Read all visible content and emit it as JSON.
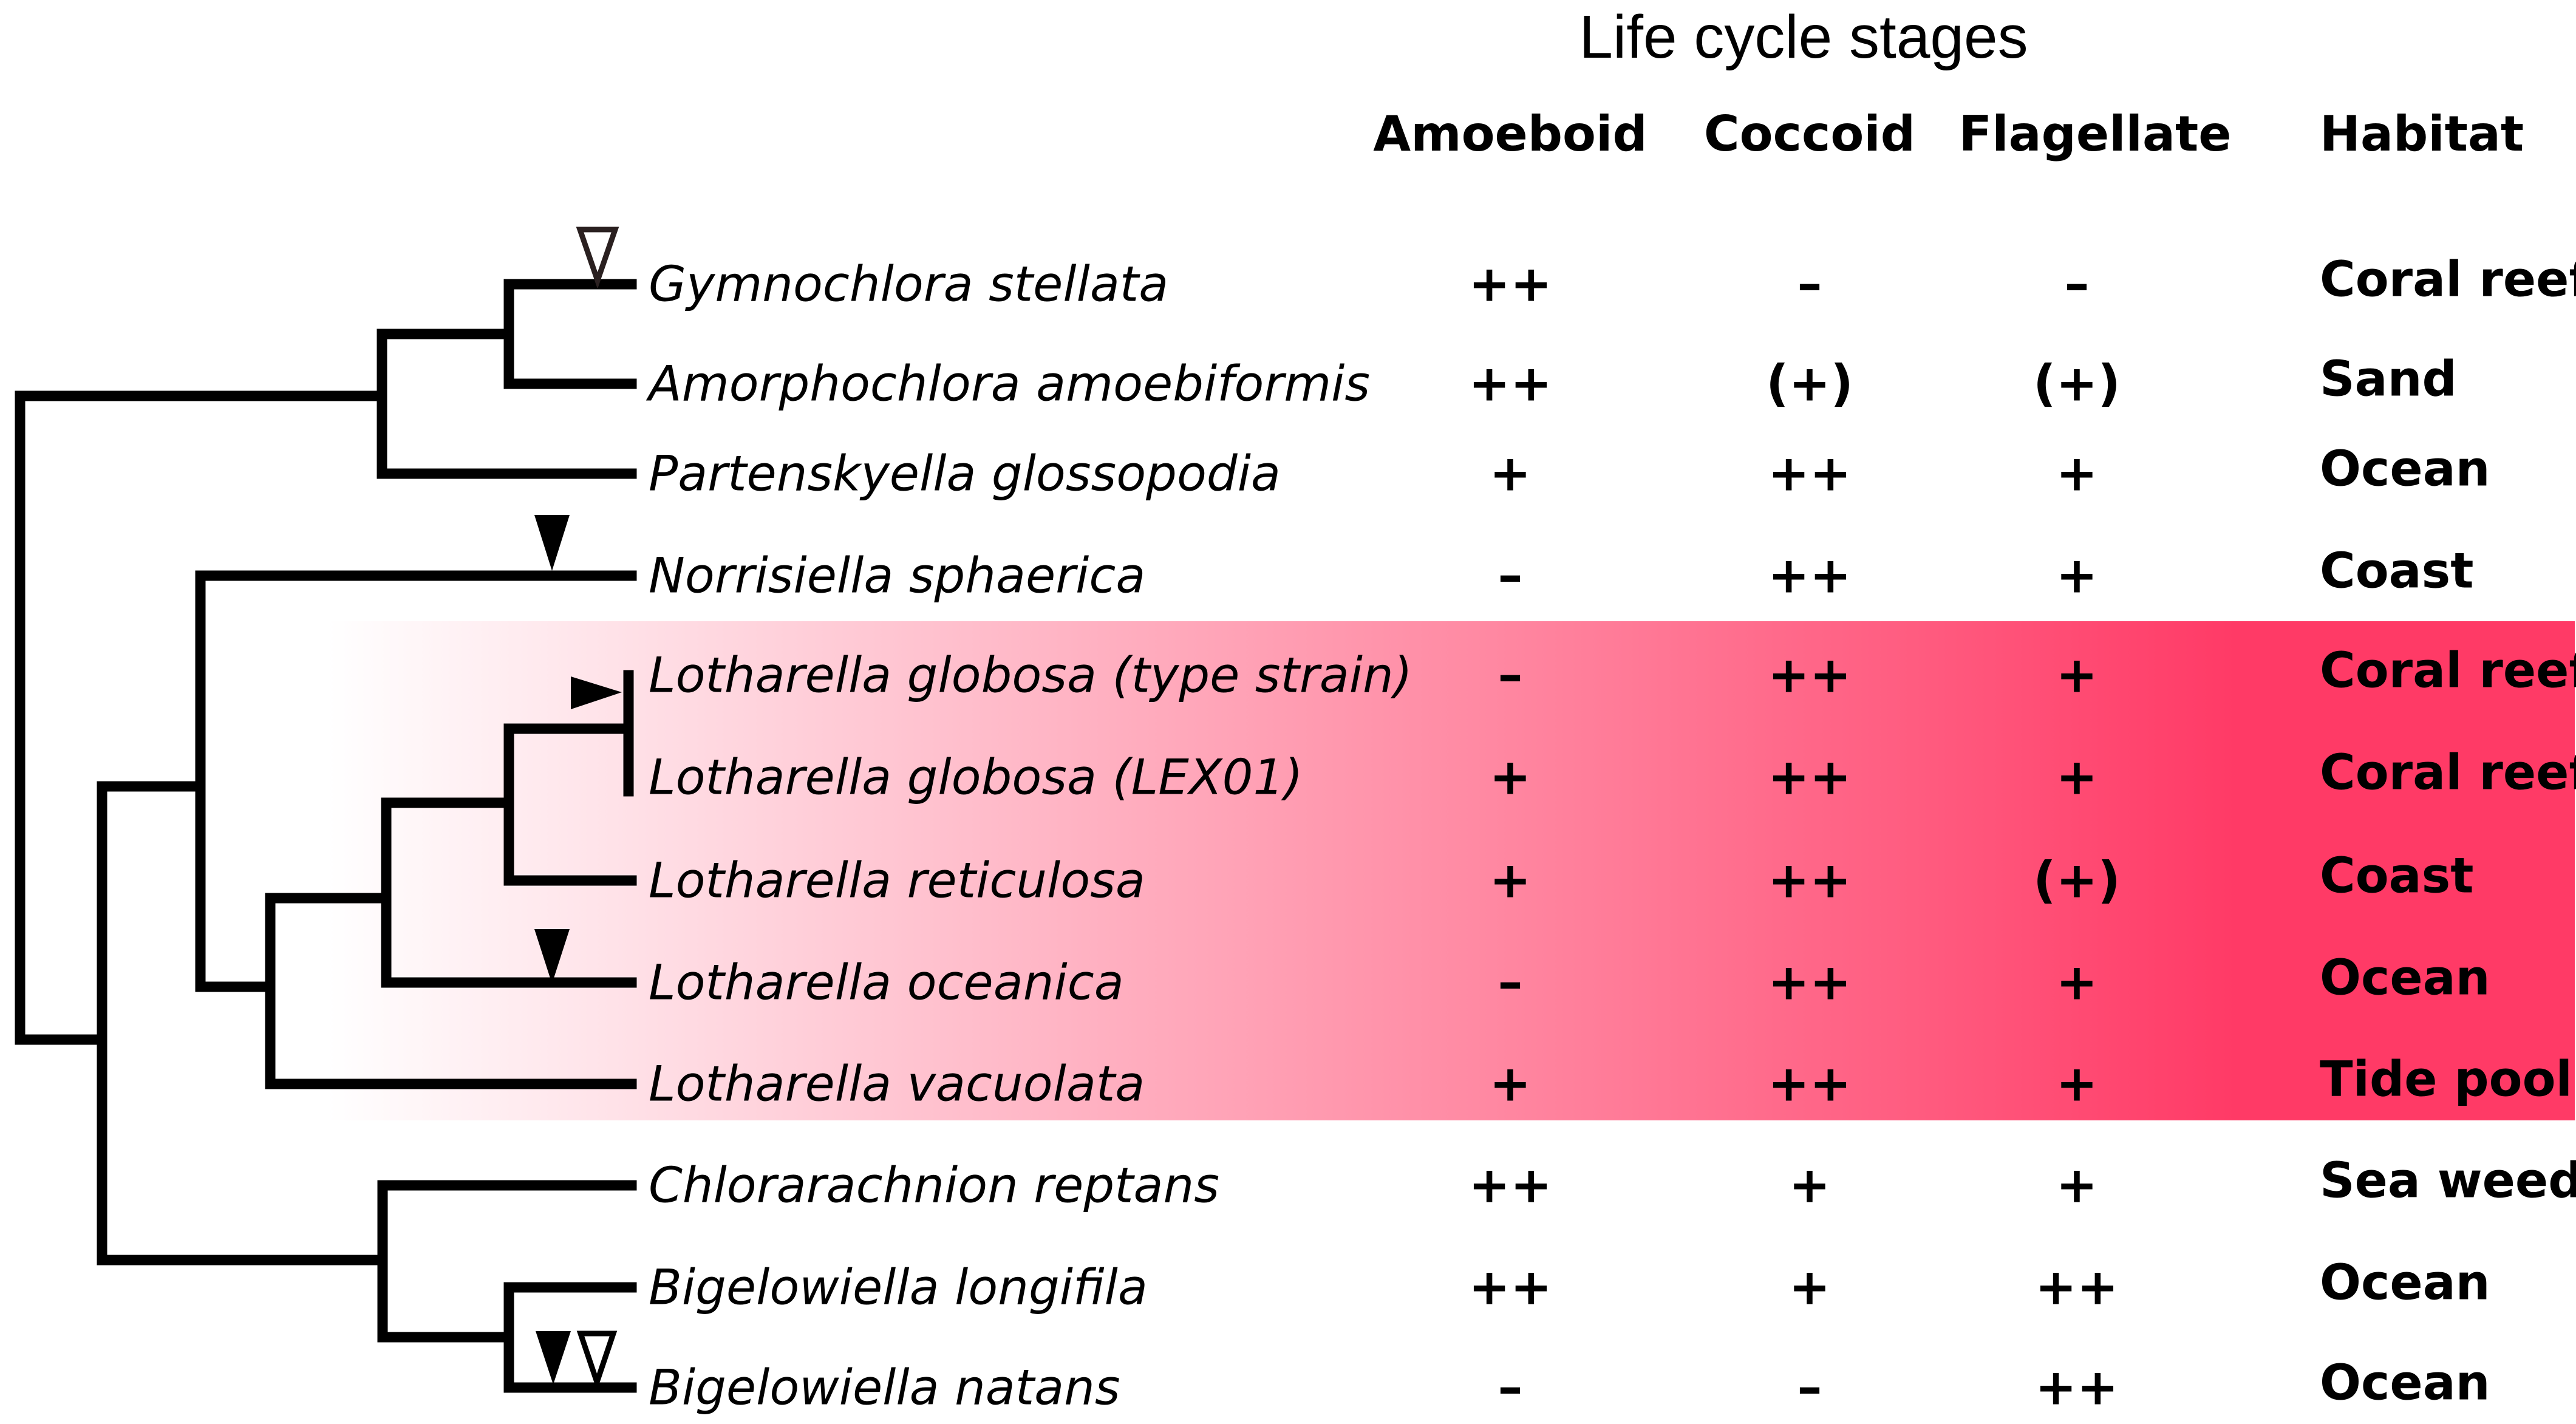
{
  "title": "Life cycle stages",
  "columns": [
    "Amoeboid",
    "Coccoid",
    "Flagellate",
    "Habitat"
  ],
  "rows": [
    {
      "taxon": "Gymnochlora stellata",
      "amoeboid": "++",
      "coccoid": "–",
      "flagellate": "–",
      "habitat": "Coral reef"
    },
    {
      "taxon": "Amorphochlora amoebiformis",
      "amoeboid": "++",
      "coccoid": "(+)",
      "flagellate": "(+)",
      "habitat": "Sand"
    },
    {
      "taxon": "Partenskyella glossopodia",
      "amoeboid": "+",
      "coccoid": "++",
      "flagellate": "+",
      "habitat": "Ocean"
    },
    {
      "taxon": "Norrisiella sphaerica",
      "amoeboid": "–",
      "coccoid": "++",
      "flagellate": "+",
      "habitat": "Coast"
    },
    {
      "taxon": "Lotharella globosa (type strain)",
      "amoeboid": "–",
      "coccoid": "++",
      "flagellate": "+",
      "habitat": "Coral reef"
    },
    {
      "taxon": "Lotharella globosa (LEX01)",
      "amoeboid": "+",
      "coccoid": "++",
      "flagellate": "+",
      "habitat": "Coral reef"
    },
    {
      "taxon": "Lotharella reticulosa",
      "amoeboid": "+",
      "coccoid": "++",
      "flagellate": "(+)",
      "habitat": "Coast"
    },
    {
      "taxon": "Lotharella oceanica",
      "amoeboid": "–",
      "coccoid": "++",
      "flagellate": "+",
      "habitat": "Ocean"
    },
    {
      "taxon": "Lotharella vacuolata",
      "amoeboid": "+",
      "coccoid": "++",
      "flagellate": "+",
      "habitat": "Tide pool"
    },
    {
      "taxon": "Chlorarachnion reptans",
      "amoeboid": "++",
      "coccoid": "+",
      "flagellate": "+",
      "habitat": "Sea weed"
    },
    {
      "taxon": "Bigelowiella longifila",
      "amoeboid": "++",
      "coccoid": "+",
      "flagellate": "++",
      "habitat": "Ocean"
    },
    {
      "taxon": "Bigelowiella natans",
      "amoeboid": "–",
      "coccoid": "–",
      "flagellate": "++",
      "habitat": "Ocean"
    }
  ],
  "highlight": {
    "from_color": "#ffffff",
    "to_color": "#ff3a66"
  },
  "markers": [
    "open-triangle-icon",
    "filled-triangle-icon"
  ]
}
